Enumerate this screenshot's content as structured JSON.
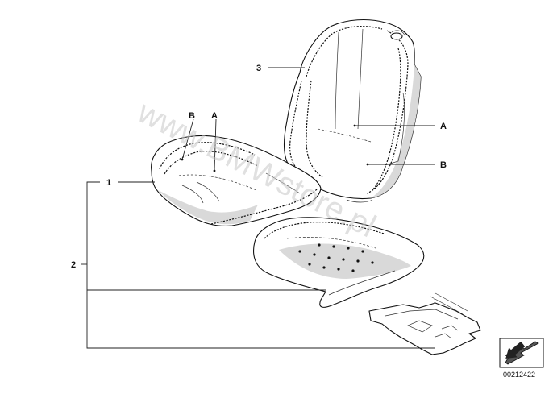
{
  "labels": {
    "part1": "1",
    "part2": "2",
    "part3": "3",
    "cushion_A": "A",
    "cushion_B": "B",
    "backrest_A": "A",
    "backrest_B": "B"
  },
  "watermark": "www.BMWstore.pl",
  "diagram_code": "00212422",
  "icon": "arrow-view-icon"
}
